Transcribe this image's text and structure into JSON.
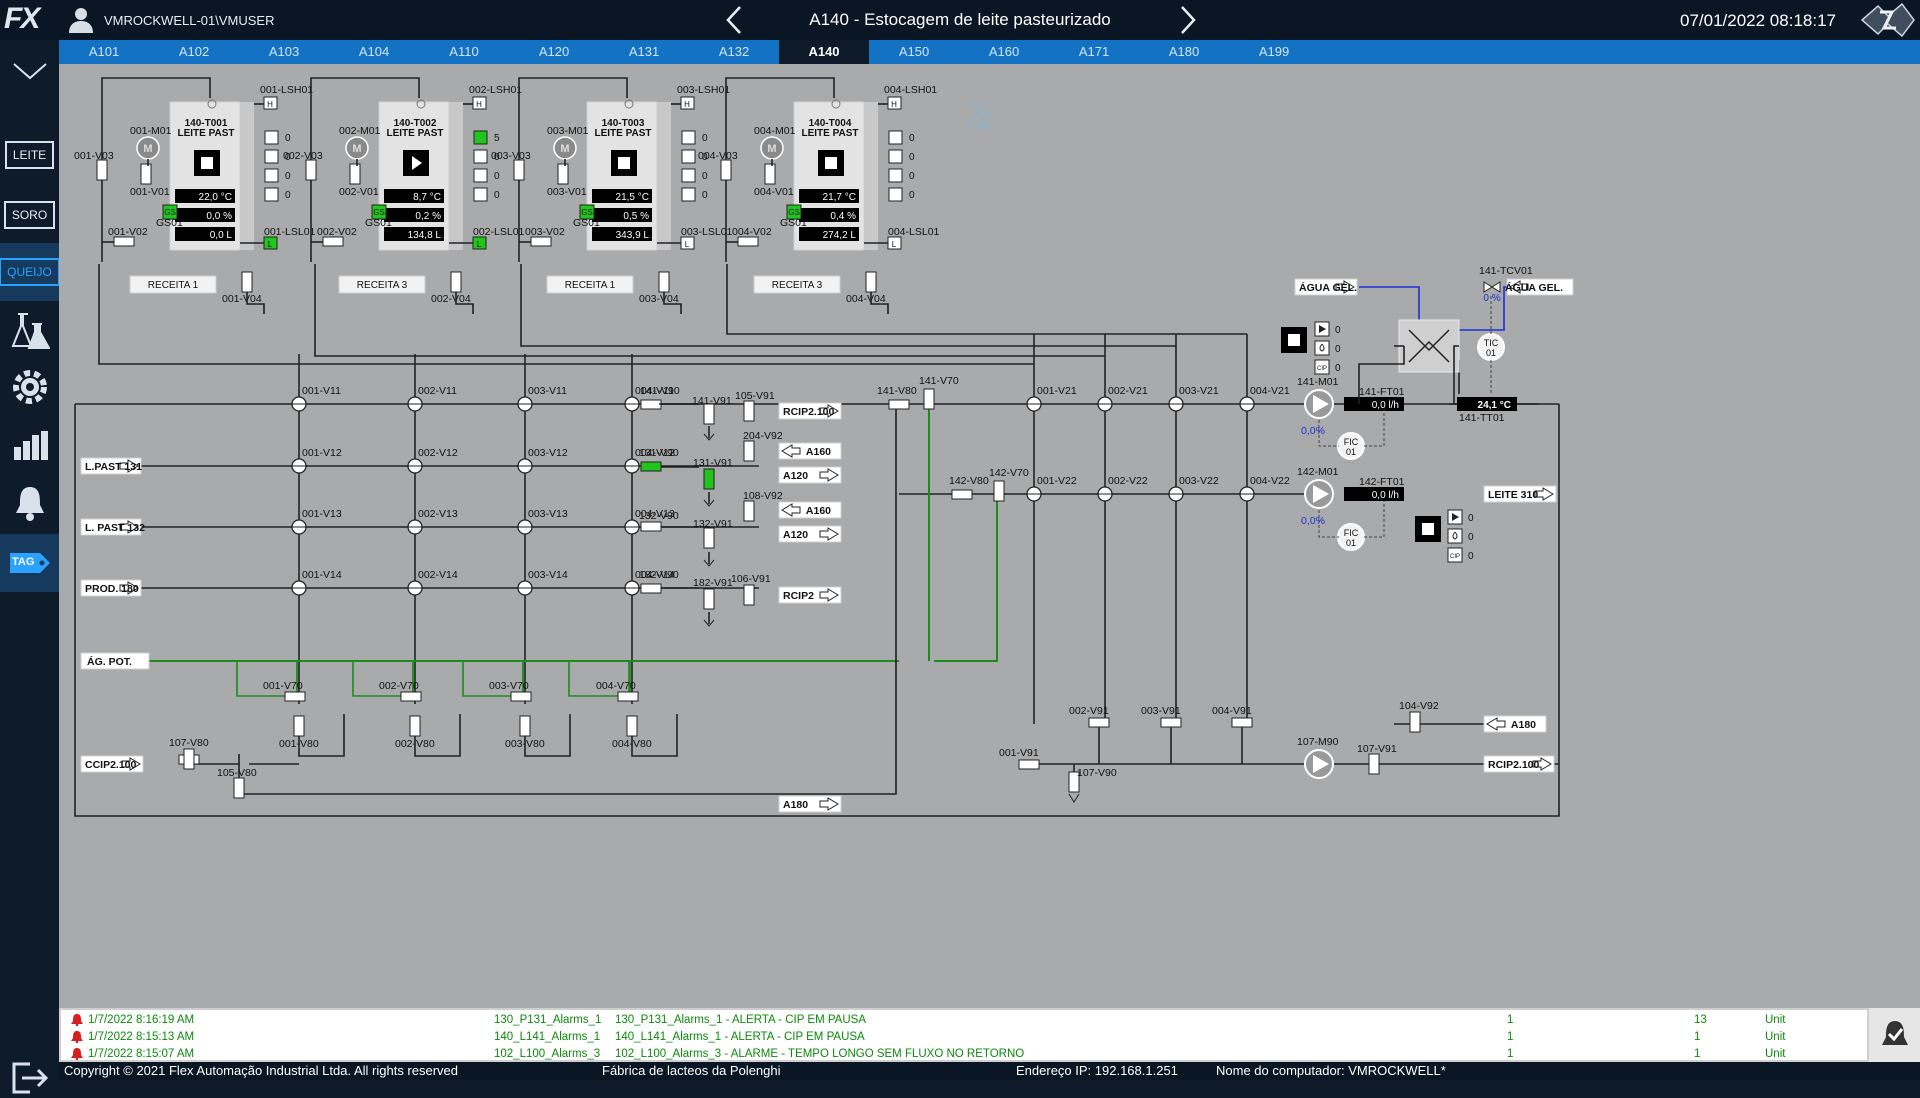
{
  "app": {
    "logo_text": "FX",
    "user": "VMROCKWELL-01\\VMUSER",
    "title": "A140 - Estocagem de leite pasteurizado",
    "datetime": "07/01/2022 08:18:17"
  },
  "tabs": [
    "A101",
    "A102",
    "A103",
    "A104",
    "A110",
    "A120",
    "A131",
    "A132",
    "A140",
    "A150",
    "A160",
    "A171",
    "A180",
    "A199"
  ],
  "active_tab": "A140",
  "sidebar": {
    "leite": "LEITE",
    "soro": "SORO",
    "queijo": "QUEIJO",
    "tag": "TAG"
  },
  "tanks": [
    {
      "id": "140-T001",
      "desc": "LEITE PAST",
      "state": "stop",
      "temp": "22,0",
      "temp_unit": "°C",
      "level": "0,0 %",
      "volume": "0,0 L",
      "motor": "001-M01",
      "v01": "001-V01",
      "v02": "001-V02",
      "v03": "001-V03",
      "v04": "001-V04",
      "lsh": "001-LSH01",
      "lsl": "001-LSL01",
      "gs": "GS01",
      "recipe": "RECEITA 1",
      "cnt": [
        "0",
        "0",
        "0",
        "0"
      ]
    },
    {
      "id": "140-T002",
      "desc": "LEITE PAST",
      "state": "run",
      "temp": "8,7",
      "temp_unit": "°C",
      "level": "0,2 %",
      "volume": "134,8 L",
      "motor": "002-M01",
      "v01": "002-V01",
      "v02": "002-V02",
      "v03": "002-V03",
      "v04": "002-V04",
      "lsh": "002-LSH01",
      "lsl": "002-LSL01",
      "gs": "GS01",
      "recipe": "RECEITA 3",
      "cnt": [
        "5",
        "0",
        "0",
        "0"
      ]
    },
    {
      "id": "140-T003",
      "desc": "LEITE PAST",
      "state": "stop",
      "temp": "21,5",
      "temp_unit": "°C",
      "level": "0,5 %",
      "volume": "343,9 L",
      "motor": "003-M01",
      "v01": "003-V01",
      "v02": "003-V02",
      "v03": "003-V03",
      "v04": "003-V04",
      "lsh": "003-LSH01",
      "lsl": "003-LSL01",
      "gs": "GS01",
      "recipe": "RECEITA 1",
      "cnt": [
        "0",
        "0",
        "0",
        "0"
      ]
    },
    {
      "id": "140-T004",
      "desc": "LEITE PAST",
      "state": "stop",
      "temp": "21,7",
      "temp_unit": "°C",
      "level": "0,4 %",
      "volume": "274,2 L",
      "motor": "004-M01",
      "v01": "004-V01",
      "v02": "004-V02",
      "v03": "004-V03",
      "v04": "004-V04",
      "lsh": "004-LSH01",
      "lsl": "004-LSL01",
      "gs": "GS01",
      "recipe": "RECEITA 3",
      "cnt": [
        "0",
        "0",
        "0",
        "0"
      ]
    }
  ],
  "lines": {
    "lpast131": "L.PAST 131",
    "lpast132": "L. PAST 132",
    "prod180": "PROD. 180",
    "agpot": "ÁG. POT.",
    "ccip": "CCIP2.100",
    "rcip2100": "RCIP2.100",
    "rcip2": "RCIP2",
    "a160": "A160",
    "a120": "A120",
    "a180": "A180",
    "leite310": "LEITE 310",
    "agua_gel_in": "ÁGUA GEL.",
    "agua_gel_out": "ÁGUA GEL."
  },
  "valves": {
    "row_v11": [
      "001-V11",
      "002-V11",
      "003-V11",
      "004-V11"
    ],
    "row_v12": [
      "001-V12",
      "002-V12",
      "003-V12",
      "004-V12"
    ],
    "row_v13": [
      "001-V13",
      "002-V13",
      "003-V13",
      "004-V13"
    ],
    "row_v14": [
      "001-V14",
      "002-V14",
      "003-V14",
      "004-V14"
    ],
    "row_v70": [
      "001-V70",
      "002-V70",
      "003-V70",
      "004-V70"
    ],
    "row_v80": [
      "001-V80",
      "002-V80",
      "003-V80",
      "004-V80"
    ],
    "row_v21": [
      "001-V21",
      "002-V21",
      "003-V21",
      "004-V21"
    ],
    "row_v22": [
      "001-V22",
      "002-V22",
      "003-V22",
      "004-V22"
    ],
    "row_v91": [
      "001-V91",
      "002-V91",
      "003-V91",
      "004-V91"
    ],
    "v141_90": "141-V90",
    "v141_91": "141-V91",
    "v105_91": "105-V91",
    "v204_92": "204-V92",
    "v131_90": "131-V90",
    "v131_91": "131-V91",
    "v108_92": "108-V92",
    "v132_90": "132-V90",
    "v132_91": "132-V91",
    "v182_90": "182-V90",
    "v182_91": "182-V91",
    "v106_91": "106-V91",
    "v141_80": "141-V80",
    "v141_70": "141-V70",
    "v142_80": "142-V80",
    "v142_70": "142-V70",
    "v107_80": "107-V80",
    "v105_80": "105-V80",
    "v107_90": "107-V90",
    "v104_92": "104-V92",
    "v107_91": "107-V91"
  },
  "equipment": {
    "m141": "141-M01",
    "ft141": "141-FT01",
    "ft141_value": "0,0 l/h",
    "m141_pct": "0,0%",
    "fic": "FIC",
    "fic_no": "01",
    "m142": "142-M01",
    "ft142": "142-FT01",
    "ft142_value": "0,0 l/h",
    "m142_pct": "0,0%",
    "tcv": "141-TCV01",
    "tcv_pct": "0 %",
    "tic": "TIC",
    "tic_no": "01",
    "tt141": "141-TT01",
    "tt141_value": "24,1",
    "tt141_unit": "°C",
    "m90": "107-M90",
    "cnt141": [
      "0",
      "0",
      "0"
    ],
    "cnt142": [
      "0",
      "0",
      "0"
    ]
  },
  "alarms": [
    {
      "time": "1/7/2022 8:16:19 AM",
      "source": "130_P131_Alarms_1",
      "msg": "130_P131_Alarms_1 - ALERTA - CIP EM PAUSA",
      "a": "1",
      "b": "13",
      "unit": "Unit"
    },
    {
      "time": "1/7/2022 8:15:13 AM",
      "source": "140_L141_Alarms_1",
      "msg": "140_L141_Alarms_1 - ALERTA - CIP EM PAUSA",
      "a": "1",
      "b": "1",
      "unit": "Unit"
    },
    {
      "time": "1/7/2022 8:15:07 AM",
      "source": "102_L100_Alarms_3",
      "msg": "102_L100_Alarms_3 - ALARME - TEMPO LONGO SEM FLUXO NO RETORNO",
      "a": "1",
      "b": "1",
      "unit": "Unit"
    }
  ],
  "footer": {
    "copyright": "Copyright © 2021 Flex Automação Industrial Ltda. All rights reserved",
    "plant": "Fábrica de lacteos da Polenghi",
    "ip": "Endereço IP: 192.168.1.251",
    "computer": "Nome do computador: VMROCKWELL*"
  },
  "colors": {
    "accent": "#1372c4",
    "active_green": "#22c41e",
    "pipe_green": "#1f8a1f",
    "water_blue": "#1d2fd6",
    "alarm_text": "#0a8a0a"
  }
}
